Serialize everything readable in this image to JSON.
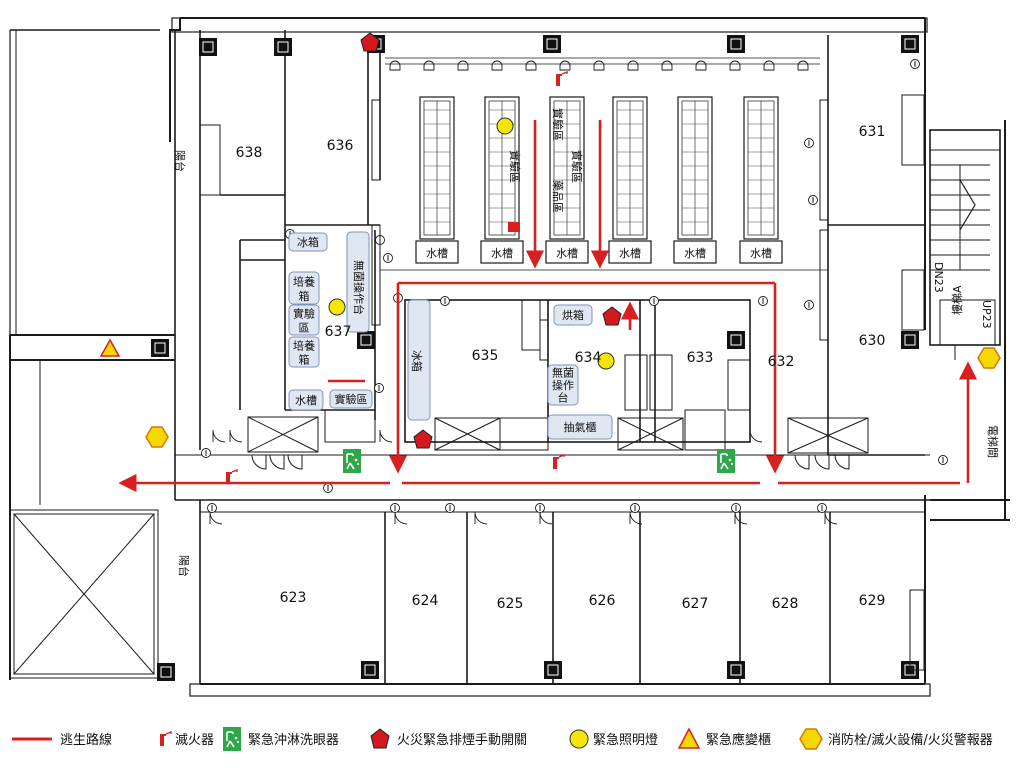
{
  "rooms": {
    "r623": "623",
    "r624": "624",
    "r625": "625",
    "r626": "626",
    "r627": "627",
    "r628": "628",
    "r629": "629",
    "r630": "630",
    "r631": "631",
    "r632": "632",
    "r633": "633",
    "r634": "634",
    "r635": "635",
    "r636": "636",
    "r637": "637",
    "r638": "638"
  },
  "labels": {
    "sink": "水槽",
    "fridge": "冰箱",
    "incubator": "培養箱",
    "lab_area": "實驗區",
    "chem_area": "藥品區",
    "sterile_bench": "無菌操作台",
    "sterile_bench_small": "無菌操作台",
    "fume_hood": "抽氣櫃",
    "oven": "烘箱",
    "balcony": "陽台",
    "stair": "樓梯A",
    "up": "UP23",
    "down": "DN23",
    "elevator": "電梯間"
  },
  "legend": {
    "escape_route": "逃生路線",
    "extinguisher": "滅火器",
    "eyewash": "緊急沖淋洗眼器",
    "smoke_switch": "火災緊急排煙手動開關",
    "emergency_light": "緊急照明燈",
    "emergency_cabinet": "緊急應變櫃",
    "fire_hydrant": "消防栓/滅火設備/火災警報器"
  },
  "colors": {
    "route": "#d92020",
    "walls": "#1a1a1a",
    "light": "#f6e600",
    "cabinet": "#f5d800",
    "hydrant": "#f5d800",
    "eyewash": "#2fa64a",
    "panel": "#dfe7f3",
    "panel_border": "#8193b7"
  },
  "icons": {
    "extinguisher": "fire-extinguisher-icon",
    "eyewash": "eyewash-shower-icon",
    "smoke_switch": "red-pentagon-icon",
    "emergency_light": "yellow-circle-icon",
    "emergency_cabinet": "yellow-triangle-icon",
    "fire_hydrant": "yellow-hexagon-icon"
  }
}
